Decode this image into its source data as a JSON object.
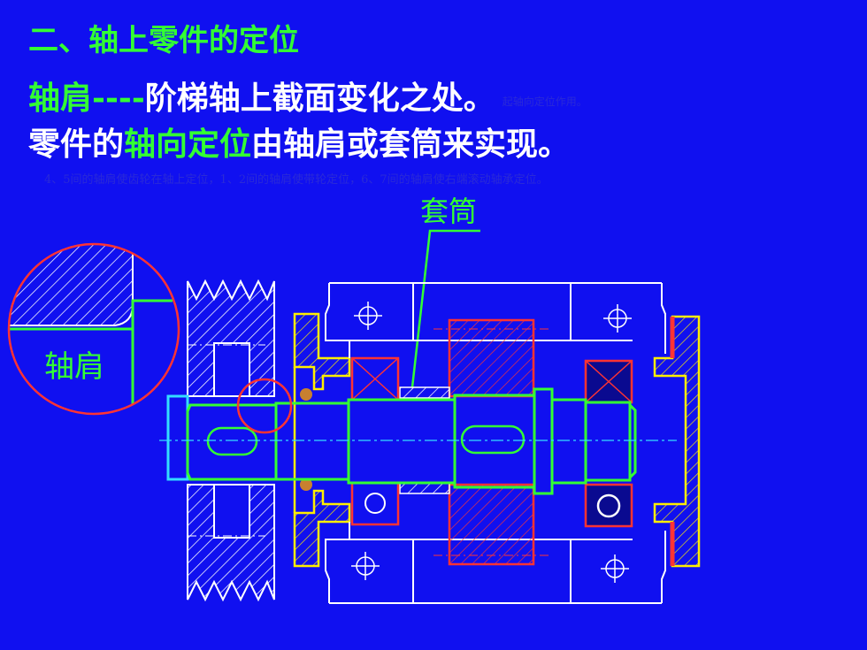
{
  "heading": "二、轴上零件的定位",
  "line1": {
    "term": "轴肩----",
    "rest": "阶梯轴上截面变化之处。",
    "note": "起轴向定位作用。"
  },
  "line2": {
    "part1": "零件的",
    "term": "轴向定位",
    "part2": "由轴肩或套筒来实现。"
  },
  "faint_note": "4、5间的轴肩使齿轮在轴上定位，1、2间的轴肩使带轮定位，6、7间的轴肩使右端滚动轴承定位。",
  "labels": {
    "sleeve": "套筒",
    "shoulder": "轴肩"
  },
  "colors": {
    "background": "#1010f0",
    "green_text": "#33ff33",
    "outline_white": "#ffffff",
    "outline_green": "#33ff33",
    "outline_red": "#ff2222",
    "outline_yellow": "#ffee00",
    "outline_cyan": "#33ddff"
  }
}
